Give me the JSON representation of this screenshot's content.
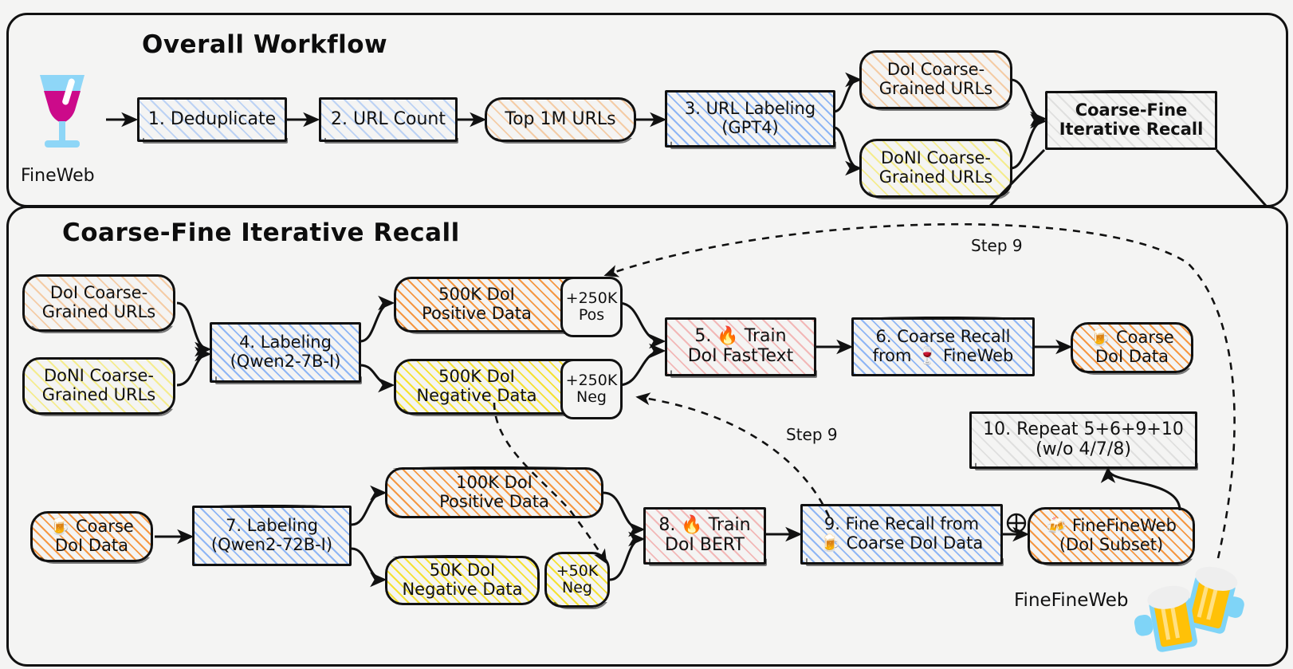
{
  "panels": {
    "overall": {
      "title": "Overall Workflow"
    },
    "cfir": {
      "title": "Coarse-Fine Iterative Recall"
    }
  },
  "colors": {
    "background": "#f4f4f3",
    "stroke": "#111111",
    "blue_hatch": "#3b82f6",
    "orange_hatch": "#f58723",
    "yellow_hatch": "#f5e128",
    "red_hatch": "#f06e6e",
    "gray_hatch": "#969696",
    "wine_glass_body": "#8ed6f7",
    "wine_liquid": "#cc0a8a",
    "beer_mug": "#ffc107"
  },
  "overall": {
    "source_icon": "wine-glass-icon",
    "source_label": "FineWeb",
    "nodes": [
      {
        "id": "deduplicate",
        "label": "1. Deduplicate"
      },
      {
        "id": "url-count",
        "label": "2. URL Count"
      },
      {
        "id": "top-1m-urls",
        "label": "Top 1M URLs"
      },
      {
        "id": "url-labeling",
        "label": "3. URL Labeling\n(GPT4)"
      },
      {
        "id": "doi-coarse-urls",
        "label": "DoI Coarse-\nGrained URLs"
      },
      {
        "id": "doni-coarse-urls",
        "label": "DoNI Coarse-\nGrained URLs"
      },
      {
        "id": "coarse-fine-iterative-recall",
        "label": "Coarse-Fine\nIterative Recall"
      }
    ]
  },
  "cfir": {
    "nodes": [
      {
        "id": "doi-coarse-urls",
        "label": "DoI Coarse-\nGrained URLs"
      },
      {
        "id": "doni-coarse-urls",
        "label": "DoNI Coarse-\nGrained URLs"
      },
      {
        "id": "labeling-qwen7b",
        "label": "4. Labeling\n(Qwen2-7B-I)"
      },
      {
        "id": "500k-doi-positive",
        "label": "500K DoI\nPositive Data",
        "badge": "+250K\nPos"
      },
      {
        "id": "500k-doi-negative",
        "label": "500K DoI\nNegative Data",
        "badge": "+250K\nNeg"
      },
      {
        "id": "train-doi-fasttext",
        "label": "5. 🔥 Train\nDoI FastText"
      },
      {
        "id": "coarse-recall-fineweb",
        "label": "6. Coarse Recall\nfrom 🍷 FineWeb"
      },
      {
        "id": "coarse-doi-data-top",
        "label": "🍺 Coarse\nDoI Data"
      },
      {
        "id": "repeat",
        "label": "10. Repeat 5+6+9+10\n(w/o 4/7/8)"
      },
      {
        "id": "coarse-doi-data-bottom",
        "label": "🍺 Coarse\nDoI Data"
      },
      {
        "id": "labeling-qwen72b",
        "label": "7. Labeling\n(Qwen2-72B-I)"
      },
      {
        "id": "100k-doi-positive",
        "label": "100K DoI\nPositive Data"
      },
      {
        "id": "50k-doi-negative",
        "label": "50K DoI\nNegative Data",
        "badge": "+50K\nNeg"
      },
      {
        "id": "train-doi-bert",
        "label": "8. 🔥 Train\nDoI BERT"
      },
      {
        "id": "fine-recall",
        "label": "9. Fine Recall from\n🍺 Coarse DoI Data"
      },
      {
        "id": "finefineweb-subset",
        "label": "🍻 FineFineWeb\n(DoI Subset)"
      }
    ],
    "plus_symbol": "⊕",
    "step_labels": [
      "Step 9",
      "Step 9"
    ],
    "output_label": "FineFineWeb",
    "output_icon": "clinking-beer-mugs-icon"
  }
}
